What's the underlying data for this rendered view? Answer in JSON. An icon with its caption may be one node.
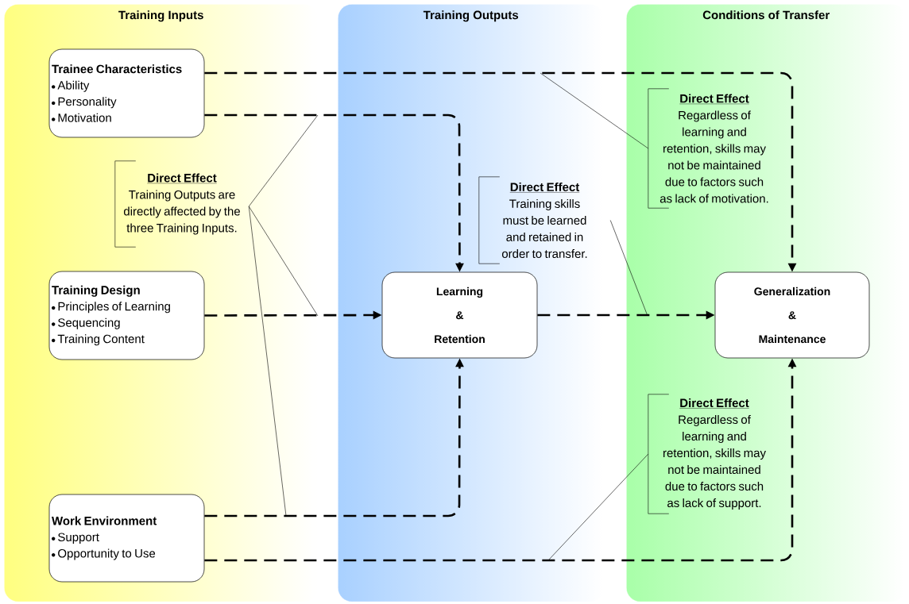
{
  "diagram": {
    "nodes": [
      {
        "text": [
          "Training Inputs"
        ]
      },
      {
        "text": [
          "Trainee Characteristics",
          "Ability",
          "Personality",
          "Motivation"
        ],
        "in": 0
      },
      {
        "text": [
          "Training Design",
          "Principles of Learning",
          "Sequencing",
          "Training Content"
        ],
        "in": 0
      },
      {
        "text": [
          "Work Environment",
          "Support",
          "Opportunity to Use"
        ],
        "in": 0
      },
      {
        "text": [
          "Training Outputs"
        ]
      },
      {
        "text": [
          "Learning & Retention"
        ],
        "in": 4
      },
      {
        "text": [
          "Conditions of Transfer"
        ]
      },
      {
        "text": [
          "Generalization & Maintenance"
        ],
        "in": 6
      },
      {
        "text": [
          "Direct Effect",
          "Training Outputs are directly affected by the three Training Inputs."
        ],
        "in": 0
      },
      {
        "text": [
          "Direct Effect",
          "Training skills must be learned and retained in order to transfer."
        ],
        "in": 4
      },
      {
        "text": [
          "Direct Effect",
          "Regardless of learning and retention, skills may not be maintained due to factors such as lack of motivation."
        ],
        "in": 6
      },
      {
        "text": [
          "Direct Effect",
          "Regardless of learning and retention, skills may not be maintained due to factors such as lack of support."
        ],
        "in": 6
      }
    ],
    "edges": [
      {
        "from": 1,
        "to": 7,
        "arrow": "to",
        "style": "dashed"
      },
      {
        "from": 1,
        "to": 5,
        "arrow": "to",
        "style": "dashed"
      },
      {
        "from": 2,
        "to": 5,
        "arrow": "to",
        "style": "dashed"
      },
      {
        "from": 3,
        "to": 5,
        "arrow": "to",
        "style": "dashed"
      },
      {
        "from": 5,
        "to": 7,
        "arrow": "to",
        "style": "dashed"
      },
      {
        "from": 3,
        "to": 7,
        "arrow": "to",
        "style": "dashed"
      },
      {
        "from": 8,
        "to": null,
        "arrow": "none"
      },
      {
        "from": 8,
        "to": null,
        "arrow": "none"
      },
      {
        "from": 8,
        "to": null,
        "arrow": "none"
      },
      {
        "from": 9,
        "to": null,
        "arrow": "none"
      },
      {
        "from": 10,
        "to": null,
        "arrow": "none"
      },
      {
        "from": 11,
        "to": null,
        "arrow": "none"
      }
    ]
  }
}
